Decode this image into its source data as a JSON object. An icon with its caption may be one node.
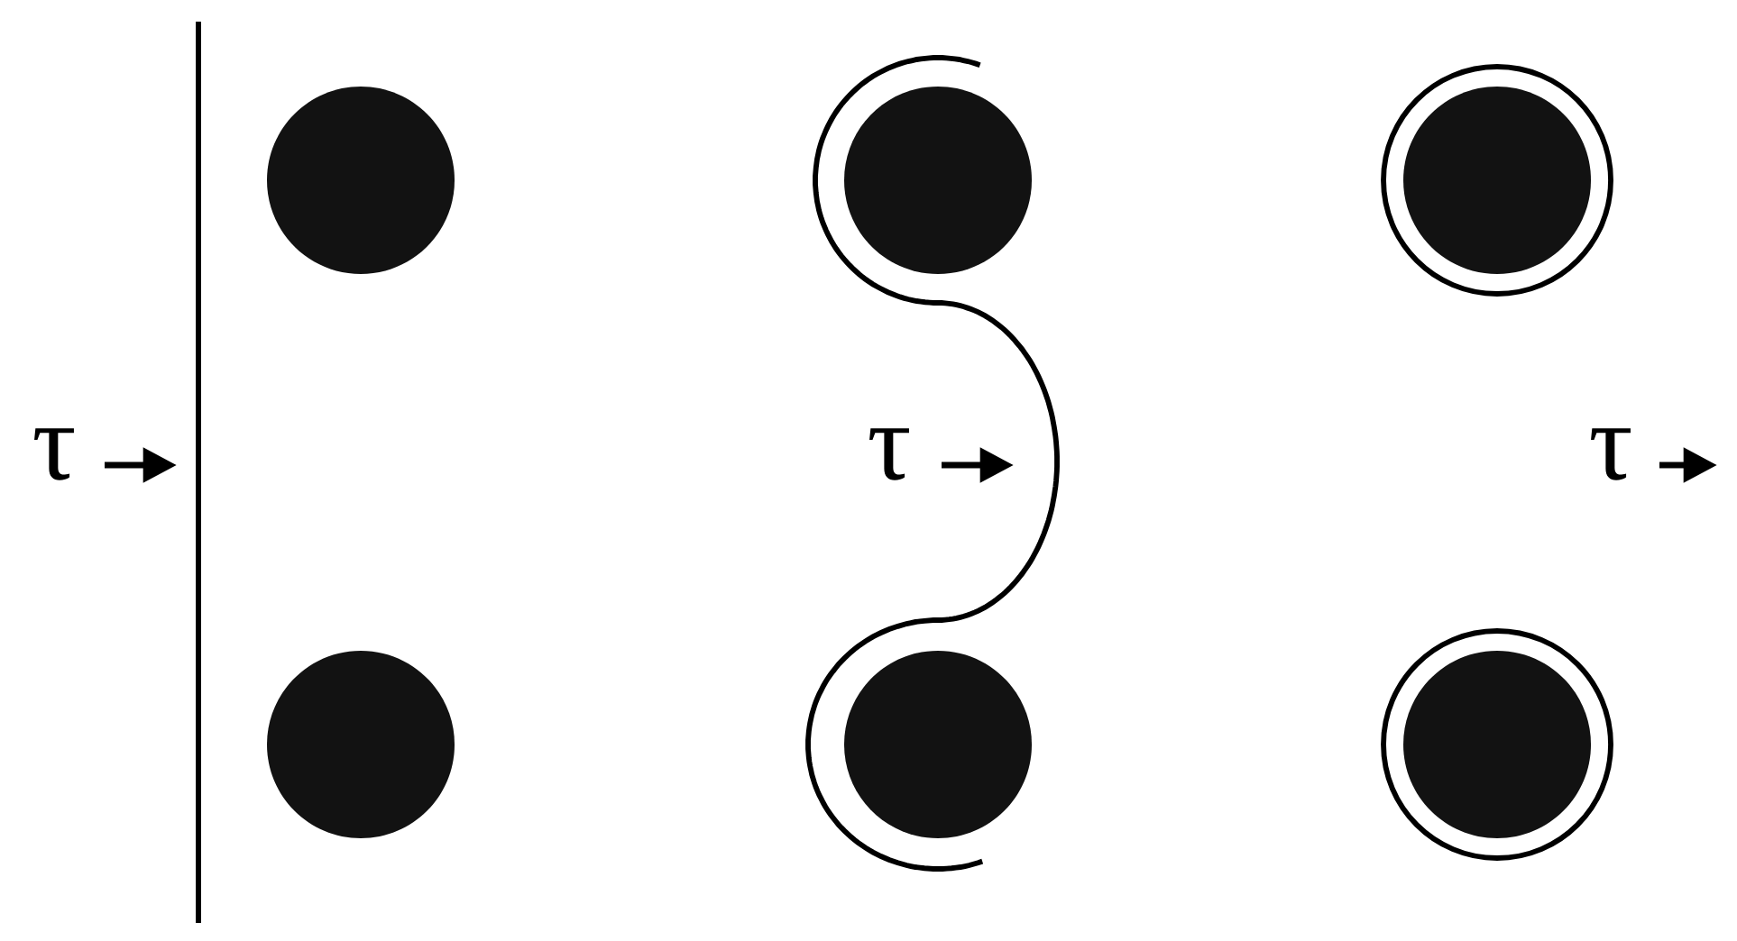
{
  "diagram": {
    "labels": [
      "τ",
      "τ",
      "τ"
    ]
  }
}
